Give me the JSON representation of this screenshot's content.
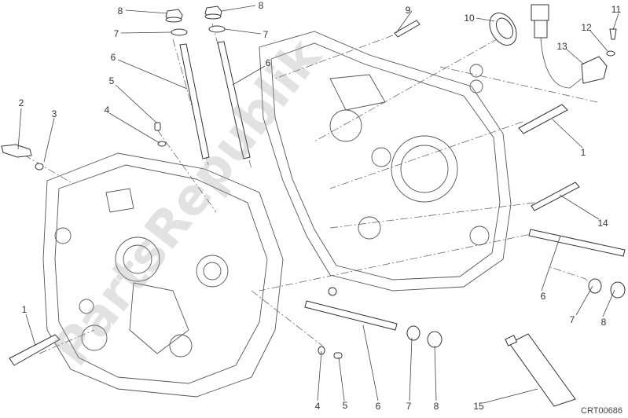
{
  "watermark": "PartsRepublik",
  "drawing_code": "CRT00686",
  "callouts": {
    "c8a": "8",
    "c8b": "8",
    "c7a": "7",
    "c7b": "7",
    "c6a": "6",
    "c6b": "6",
    "c5a": "5",
    "c4a": "4",
    "c2": "2",
    "c3": "3",
    "c9": "9",
    "c10": "10",
    "c11": "11",
    "c12": "12",
    "c13": "13",
    "c1a": "1",
    "c14": "14",
    "c6c": "6",
    "c7c": "7",
    "c8c": "8",
    "c1b": "1",
    "c4b": "4",
    "c5b": "5",
    "c6d": "6",
    "c7d": "7",
    "c8d": "8",
    "c15": "15"
  }
}
